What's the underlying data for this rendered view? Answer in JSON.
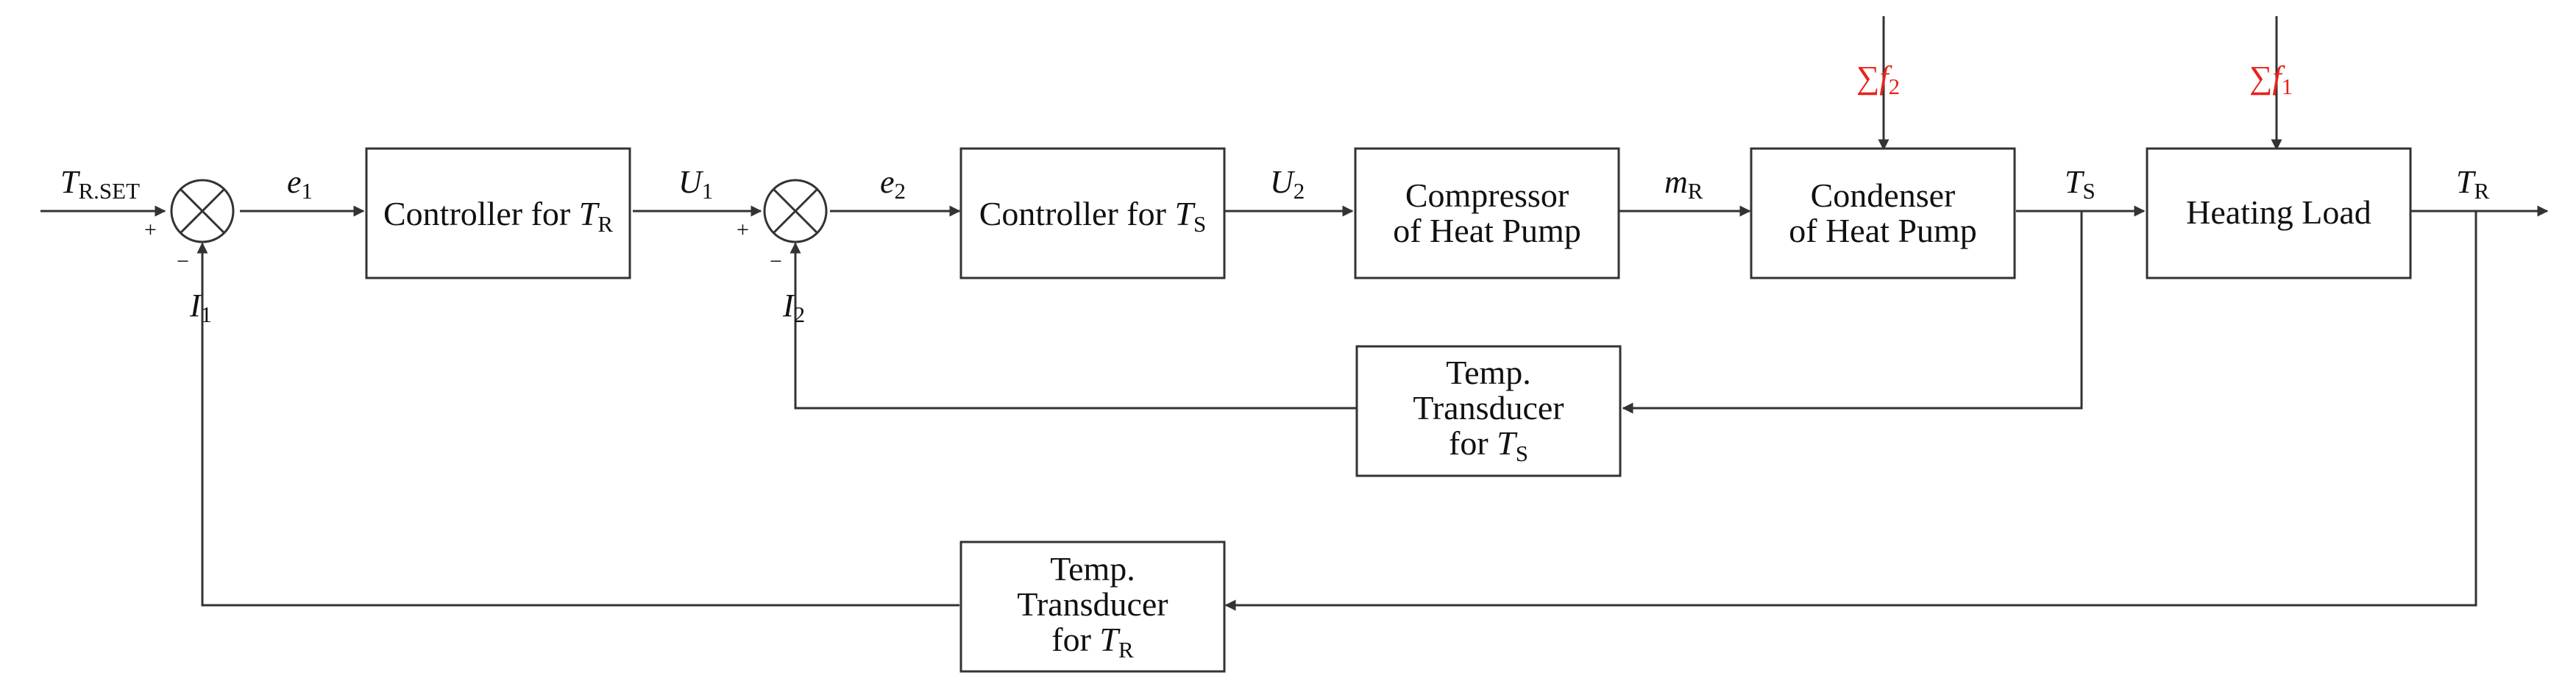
{
  "diagram": {
    "blocks": {
      "controller_tr": {
        "label": "Controller for ",
        "var": "T",
        "sub": "R"
      },
      "controller_ts": {
        "label": "Controller for ",
        "var": "T",
        "sub": "S"
      },
      "compressor": {
        "line1": "Compressor",
        "line2": "of Heat Pump"
      },
      "condenser": {
        "line1": "Condenser",
        "line2": "of Heat Pump"
      },
      "heating_load": {
        "label": "Heating Load"
      },
      "transducer_ts": {
        "line1": "Temp.",
        "line2": "Transducer",
        "line3": "for ",
        "var": "T",
        "sub": "S"
      },
      "transducer_tr": {
        "line1": "Temp.",
        "line2": "Transducer",
        "line3": "for ",
        "var": "T",
        "sub": "R"
      }
    },
    "signals": {
      "setpoint": {
        "var": "T",
        "sub": "R.SET"
      },
      "e1": {
        "var": "e",
        "sub": "1"
      },
      "u1": {
        "var": "U",
        "sub": "1"
      },
      "e2": {
        "var": "e",
        "sub": "2"
      },
      "u2": {
        "var": "U",
        "sub": "2"
      },
      "mr": {
        "var": "m",
        "sub": "R"
      },
      "ts": {
        "var": "T",
        "sub": "S"
      },
      "tr": {
        "var": "T",
        "sub": "R"
      },
      "i1": {
        "var": "I",
        "sub": "1"
      },
      "i2": {
        "var": "I",
        "sub": "2"
      }
    },
    "summing_junctions": [
      {
        "plus": "+",
        "minus": "−"
      },
      {
        "plus": "+",
        "minus": "−"
      }
    ],
    "disturbances": [
      {
        "symbol": "∑",
        "var": "f",
        "sub": "2"
      },
      {
        "symbol": "∑",
        "var": "f",
        "sub": "1"
      }
    ],
    "colors": {
      "line": "#333333",
      "disturbance": "#e8231c",
      "text": "#111111"
    }
  }
}
